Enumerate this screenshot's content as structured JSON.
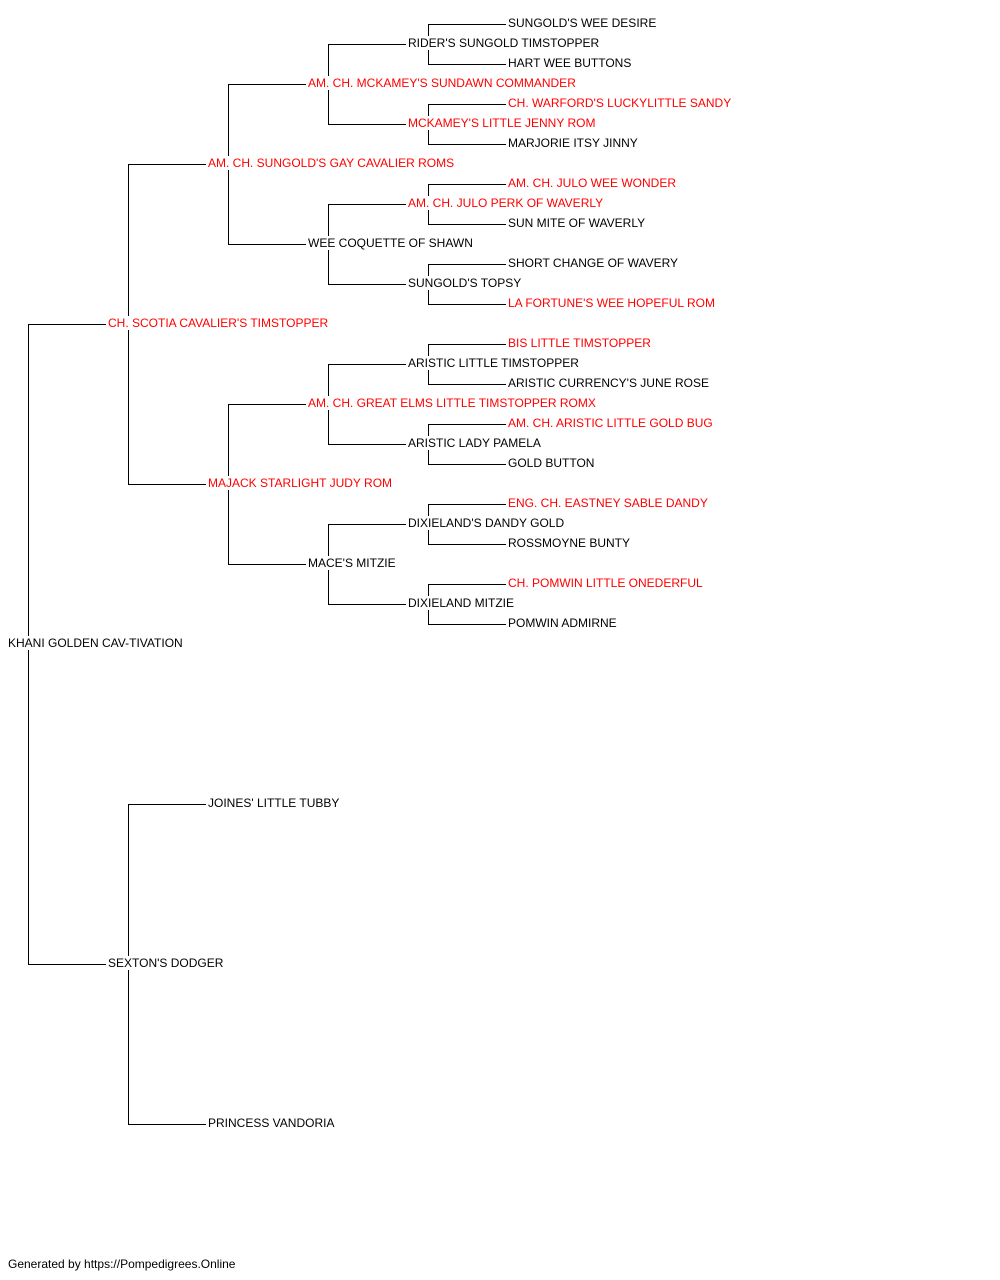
{
  "colors": {
    "champion": "#ff0000",
    "normal": "#000000",
    "line": "#000000"
  },
  "pedigree": [
    {
      "id": "n0",
      "name": "KHANI GOLDEN CAV-TIVATION",
      "champion": false,
      "gen": 0,
      "row": 31
    },
    {
      "id": "s",
      "name": "CH. SCOTIA CAVALIER'S TIMSTOPPER",
      "champion": true,
      "gen": 1,
      "row": 15,
      "parent": "n0"
    },
    {
      "id": "d",
      "name": "SEXTON'S DODGER",
      "champion": false,
      "gen": 1,
      "row": 47,
      "parent": "n0"
    },
    {
      "id": "ss",
      "name": "AM. CH. SUNGOLD'S GAY CAVALIER ROMS",
      "champion": true,
      "gen": 2,
      "row": 7,
      "parent": "s"
    },
    {
      "id": "sd",
      "name": "MAJACK STARLIGHT JUDY ROM",
      "champion": true,
      "gen": 2,
      "row": 23,
      "parent": "s"
    },
    {
      "id": "ds",
      "name": "JOINES' LITTLE TUBBY",
      "champion": false,
      "gen": 2,
      "row": 39,
      "parent": "d"
    },
    {
      "id": "dd",
      "name": "PRINCESS VANDORIA",
      "champion": false,
      "gen": 2,
      "row": 55,
      "parent": "d"
    },
    {
      "id": "sss",
      "name": "AM. CH. MCKAMEY'S SUNDAWN COMMANDER",
      "champion": true,
      "gen": 3,
      "row": 3,
      "parent": "ss"
    },
    {
      "id": "ssd",
      "name": "WEE COQUETTE OF SHAWN",
      "champion": false,
      "gen": 3,
      "row": 11,
      "parent": "ss"
    },
    {
      "id": "sds",
      "name": "AM. CH. GREAT ELMS LITTLE TIMSTOPPER ROMX",
      "champion": true,
      "gen": 3,
      "row": 19,
      "parent": "sd"
    },
    {
      "id": "sdd",
      "name": "MACE'S MITZIE",
      "champion": false,
      "gen": 3,
      "row": 27,
      "parent": "sd"
    },
    {
      "id": "ssss",
      "name": "RIDER'S SUNGOLD TIMSTOPPER",
      "champion": false,
      "gen": 4,
      "row": 1,
      "parent": "sss"
    },
    {
      "id": "sssd",
      "name": "MCKAMEY'S LITTLE JENNY ROM",
      "champion": true,
      "gen": 4,
      "row": 5,
      "parent": "sss"
    },
    {
      "id": "ssds",
      "name": "AM. CH. JULO PERK OF WAVERLY",
      "champion": true,
      "gen": 4,
      "row": 9,
      "parent": "ssd"
    },
    {
      "id": "ssdd",
      "name": "SUNGOLD'S TOPSY",
      "champion": false,
      "gen": 4,
      "row": 13,
      "parent": "ssd"
    },
    {
      "id": "sdss",
      "name": "ARISTIC LITTLE TIMSTOPPER",
      "champion": false,
      "gen": 4,
      "row": 17,
      "parent": "sds"
    },
    {
      "id": "sdsd",
      "name": "ARISTIC LADY PAMELA",
      "champion": false,
      "gen": 4,
      "row": 21,
      "parent": "sds"
    },
    {
      "id": "sdds",
      "name": "DIXIELAND'S DANDY GOLD",
      "champion": false,
      "gen": 4,
      "row": 25,
      "parent": "sdd"
    },
    {
      "id": "sddd",
      "name": "DIXIELAND MITZIE",
      "champion": false,
      "gen": 4,
      "row": 29,
      "parent": "sdd"
    },
    {
      "id": "sssss",
      "name": "SUNGOLD'S WEE DESIRE",
      "champion": false,
      "gen": 5,
      "row": 0,
      "parent": "ssss"
    },
    {
      "id": "ssssd",
      "name": "HART WEE BUTTONS",
      "champion": false,
      "gen": 5,
      "row": 2,
      "parent": "ssss"
    },
    {
      "id": "sssds",
      "name": "CH. WARFORD'S LUCKYLITTLE SANDY",
      "champion": true,
      "gen": 5,
      "row": 4,
      "parent": "sssd"
    },
    {
      "id": "sssdd",
      "name": "MARJORIE ITSY JINNY",
      "champion": false,
      "gen": 5,
      "row": 6,
      "parent": "sssd"
    },
    {
      "id": "ssdss",
      "name": "AM. CH. JULO WEE WONDER",
      "champion": true,
      "gen": 5,
      "row": 8,
      "parent": "ssds"
    },
    {
      "id": "ssdsd",
      "name": "SUN MITE OF WAVERLY",
      "champion": false,
      "gen": 5,
      "row": 10,
      "parent": "ssds"
    },
    {
      "id": "ssdds",
      "name": "SHORT CHANGE OF WAVERY",
      "champion": false,
      "gen": 5,
      "row": 12,
      "parent": "ssdd"
    },
    {
      "id": "ssddd",
      "name": "LA FORTUNE'S WEE HOPEFUL ROM",
      "champion": true,
      "gen": 5,
      "row": 14,
      "parent": "ssdd"
    },
    {
      "id": "sdsss",
      "name": "BIS LITTLE TIMSTOPPER",
      "champion": true,
      "gen": 5,
      "row": 16,
      "parent": "sdss"
    },
    {
      "id": "sdssd",
      "name": "ARISTIC CURRENCY'S JUNE ROSE",
      "champion": false,
      "gen": 5,
      "row": 18,
      "parent": "sdss"
    },
    {
      "id": "sdsds",
      "name": "AM. CH. ARISTIC LITTLE GOLD BUG",
      "champion": true,
      "gen": 5,
      "row": 20,
      "parent": "sdsd"
    },
    {
      "id": "sdsdd",
      "name": "GOLD BUTTON",
      "champion": false,
      "gen": 5,
      "row": 22,
      "parent": "sdsd"
    },
    {
      "id": "sddss",
      "name": "ENG. CH. EASTNEY SABLE DANDY",
      "champion": true,
      "gen": 5,
      "row": 24,
      "parent": "sdds"
    },
    {
      "id": "sddsd",
      "name": "ROSSMOYNE BUNTY",
      "champion": false,
      "gen": 5,
      "row": 26,
      "parent": "sdds"
    },
    {
      "id": "sddds",
      "name": "CH. POMWIN LITTLE ONEDERFUL",
      "champion": true,
      "gen": 5,
      "row": 28,
      "parent": "sddd"
    },
    {
      "id": "sdddd",
      "name": "POMWIN ADMIRNE",
      "champion": false,
      "gen": 5,
      "row": 30,
      "parent": "sddd"
    }
  ],
  "footer": {
    "text": "Generated by https://Pompedigrees.Online"
  }
}
